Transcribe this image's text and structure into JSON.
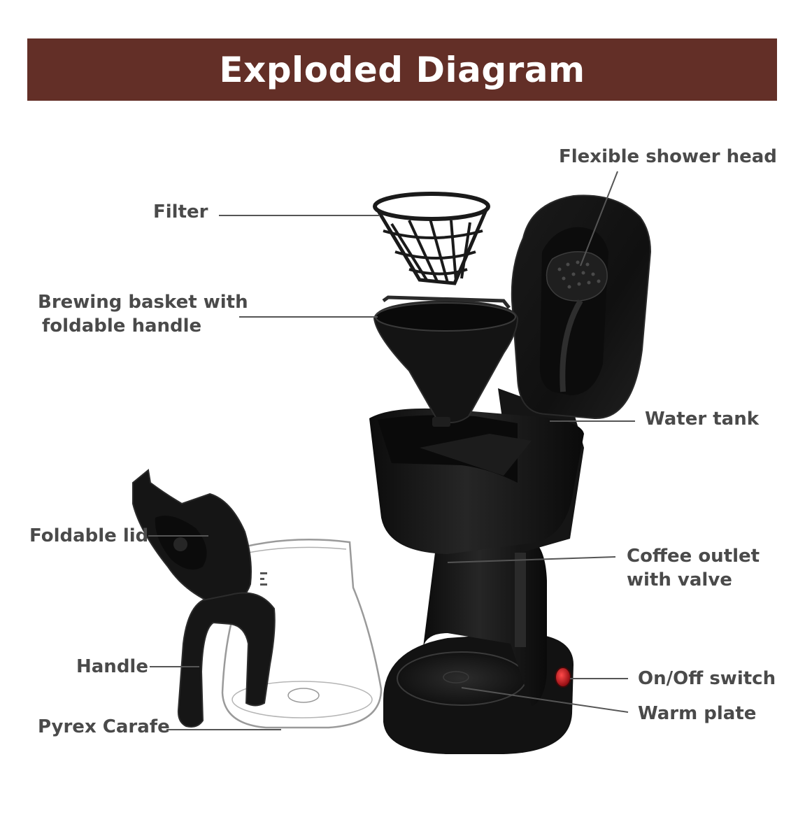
{
  "header": {
    "title": "Exploded Diagram"
  },
  "colors": {
    "banner": "#632f27",
    "banner_text": "#ffffff",
    "label_text": "#4a4a4a",
    "leader_line": "#555555",
    "appliance_body": "#141414",
    "glass": "#9a9a9a",
    "switch_light": "#c0151b"
  },
  "labels": {
    "filter": "Filter",
    "brewing_basket_line1": "Brewing basket with",
    "brewing_basket_line2": "foldable handle",
    "foldable_lid": "Foldable lid",
    "handle": "Handle",
    "pyrex_carafe": "Pyrex Carafe",
    "flexible_shower_head": "Flexible shower head",
    "water_tank": "Water tank",
    "coffee_outlet_line1": "Coffee outlet",
    "coffee_outlet_line2": "with valve",
    "on_off_switch": "On/Off switch",
    "warm_plate": "Warm plate"
  }
}
